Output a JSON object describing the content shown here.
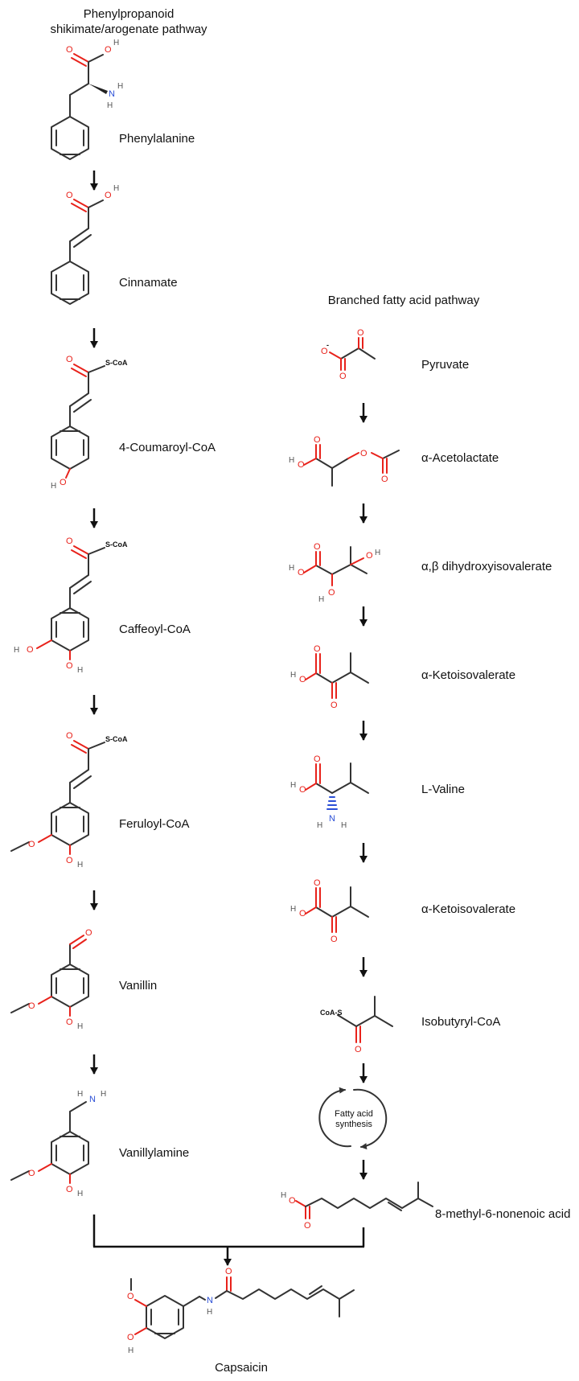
{
  "headers": {
    "left_line1": "Phenylpropanoid",
    "left_line2": "shikimate/arogenate pathway",
    "right": "Branched fatty acid pathway"
  },
  "left_compounds": [
    "Phenylalanine",
    "Cinnamate",
    "4-Coumaroyl-CoA",
    "Caffeoyl-CoA",
    "Feruloyl-CoA",
    "Vanillin",
    "Vanillylamine"
  ],
  "right_compounds": [
    "Pyruvate",
    "α-Acetolactate",
    "α,β dihydroxyisovalerate",
    "α-Ketoisovalerate",
    "L-Valine",
    "α-Ketoisovalerate",
    "Isobutyryl-CoA",
    "8-methyl-6-nonenoic acid"
  ],
  "cycle": {
    "line1": "Fatty acid",
    "line2": "synthesis"
  },
  "product": "Capsaicin",
  "atoms": {
    "O": "O",
    "H": "H",
    "N": "N",
    "S_CoA": "S-CoA",
    "CoA_S": "CoA-S",
    "O_minus": "-"
  },
  "colors": {
    "oxygen": "#e8221b",
    "nitrogen": "#2b4fd6",
    "bond": "#333333",
    "arrow": "#111111"
  }
}
